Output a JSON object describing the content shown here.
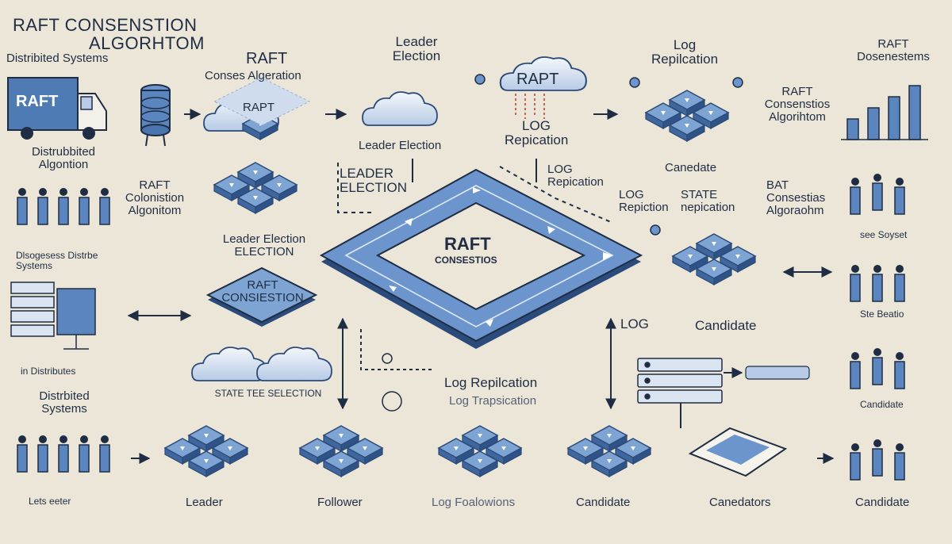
{
  "title": {
    "line1": "RAFT CONSENSTION",
    "line2": "ALGORHTOM"
  },
  "labels": {
    "distributed_systems_top": "Distribited Systems",
    "raft_top": "RAFT",
    "conses_algeration": "Conses Algeration",
    "leader_election_top": "Leader Election",
    "raft_cloud": "RAPT",
    "log_replication_top": "Log Repilcation",
    "raft_top_right": "RAFT",
    "dosenestems": "Dosenestems",
    "truck_raft": "RAFT",
    "raft_cloud_small": "RAPT",
    "distrubbited_algontion": "Distrubbited Algontion",
    "leader_election_mid": "Leader Election",
    "log_replication_mid": "LOG Repication",
    "raft_consenstios_algorihtom": "RAFT Consenstios Algorihtom",
    "canedate_1": "Canedate",
    "raft_colonistion": "RAFT Colonistion Algonitom",
    "leader_election_caps": "LEADER ELECTION",
    "log_repication_small": "LOG Repication",
    "log_repiction": "LOG Repiction",
    "state_nepication": "STATE nepication",
    "bat_consestias": "BAT Consestias Algoraohm",
    "see_soyset": "see Soyset",
    "leader_election_left": "Leader Election ELECTION",
    "dist_sistems": "Dlsogesess Distrbe Systems",
    "center_title": "RAFT",
    "center_sub": "CONSESTIOS",
    "raft_consestion_chip": "RAFT CONSIESTION",
    "state_beatio": "Ste Beatio",
    "in_distributes": "in Distributes",
    "log_middle": "LOG",
    "candidate_mid": "Candidate",
    "state_tee_selection": "STATE TEE SELECTION",
    "log_repilcation_bottom": "Log Repilcation",
    "log_trapsication": "Log Trapsication",
    "distributed_systems_left": "Distrbited Systems",
    "candidate_right_mid": "Candidate",
    "lets_eeter": "Lets eeter",
    "leader": "Leader",
    "follower": "Follower",
    "log_foalowions": "Log Foalowions",
    "candidate_bottom": "Candidate",
    "canedators": "Canedators",
    "candidate_far_right": "Candidate"
  },
  "colors": {
    "background": "#ece6d8",
    "node_fill": "#5b85be",
    "node_dark": "#2c4a78",
    "node_light": "#9fc0e2",
    "line": "#1f2d44"
  },
  "icons": [
    "truck-icon",
    "database-icon",
    "cloud-icon",
    "person-icon",
    "server-icon",
    "document-icon",
    "bar-chart-icon"
  ]
}
